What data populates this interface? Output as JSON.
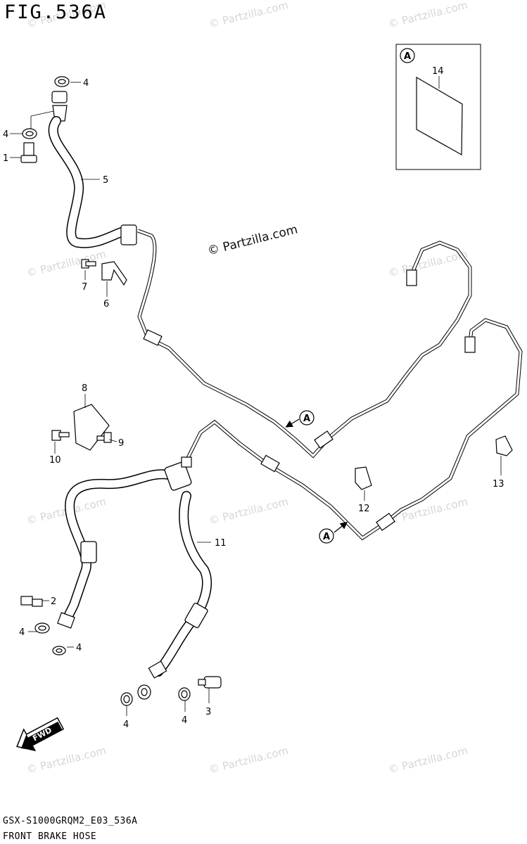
{
  "figure_title": "FIG.536A",
  "watermark_text": "© Partzilla.com",
  "view_marker": "A",
  "fwd_label": "FWD",
  "footer": {
    "model_code": "GSX-S1000GRQM2_E03_536A",
    "section_name": "FRONT BRAKE HOSE"
  },
  "callouts": [
    "4",
    "4",
    "1",
    "5",
    "7",
    "6",
    "8",
    "9",
    "10",
    "11",
    "2",
    "4",
    "4",
    "4",
    "4",
    "3",
    "12",
    "13",
    "14"
  ],
  "colors": {
    "line": "#000000",
    "background": "#ffffff",
    "watermark": "#d6d6d6"
  }
}
